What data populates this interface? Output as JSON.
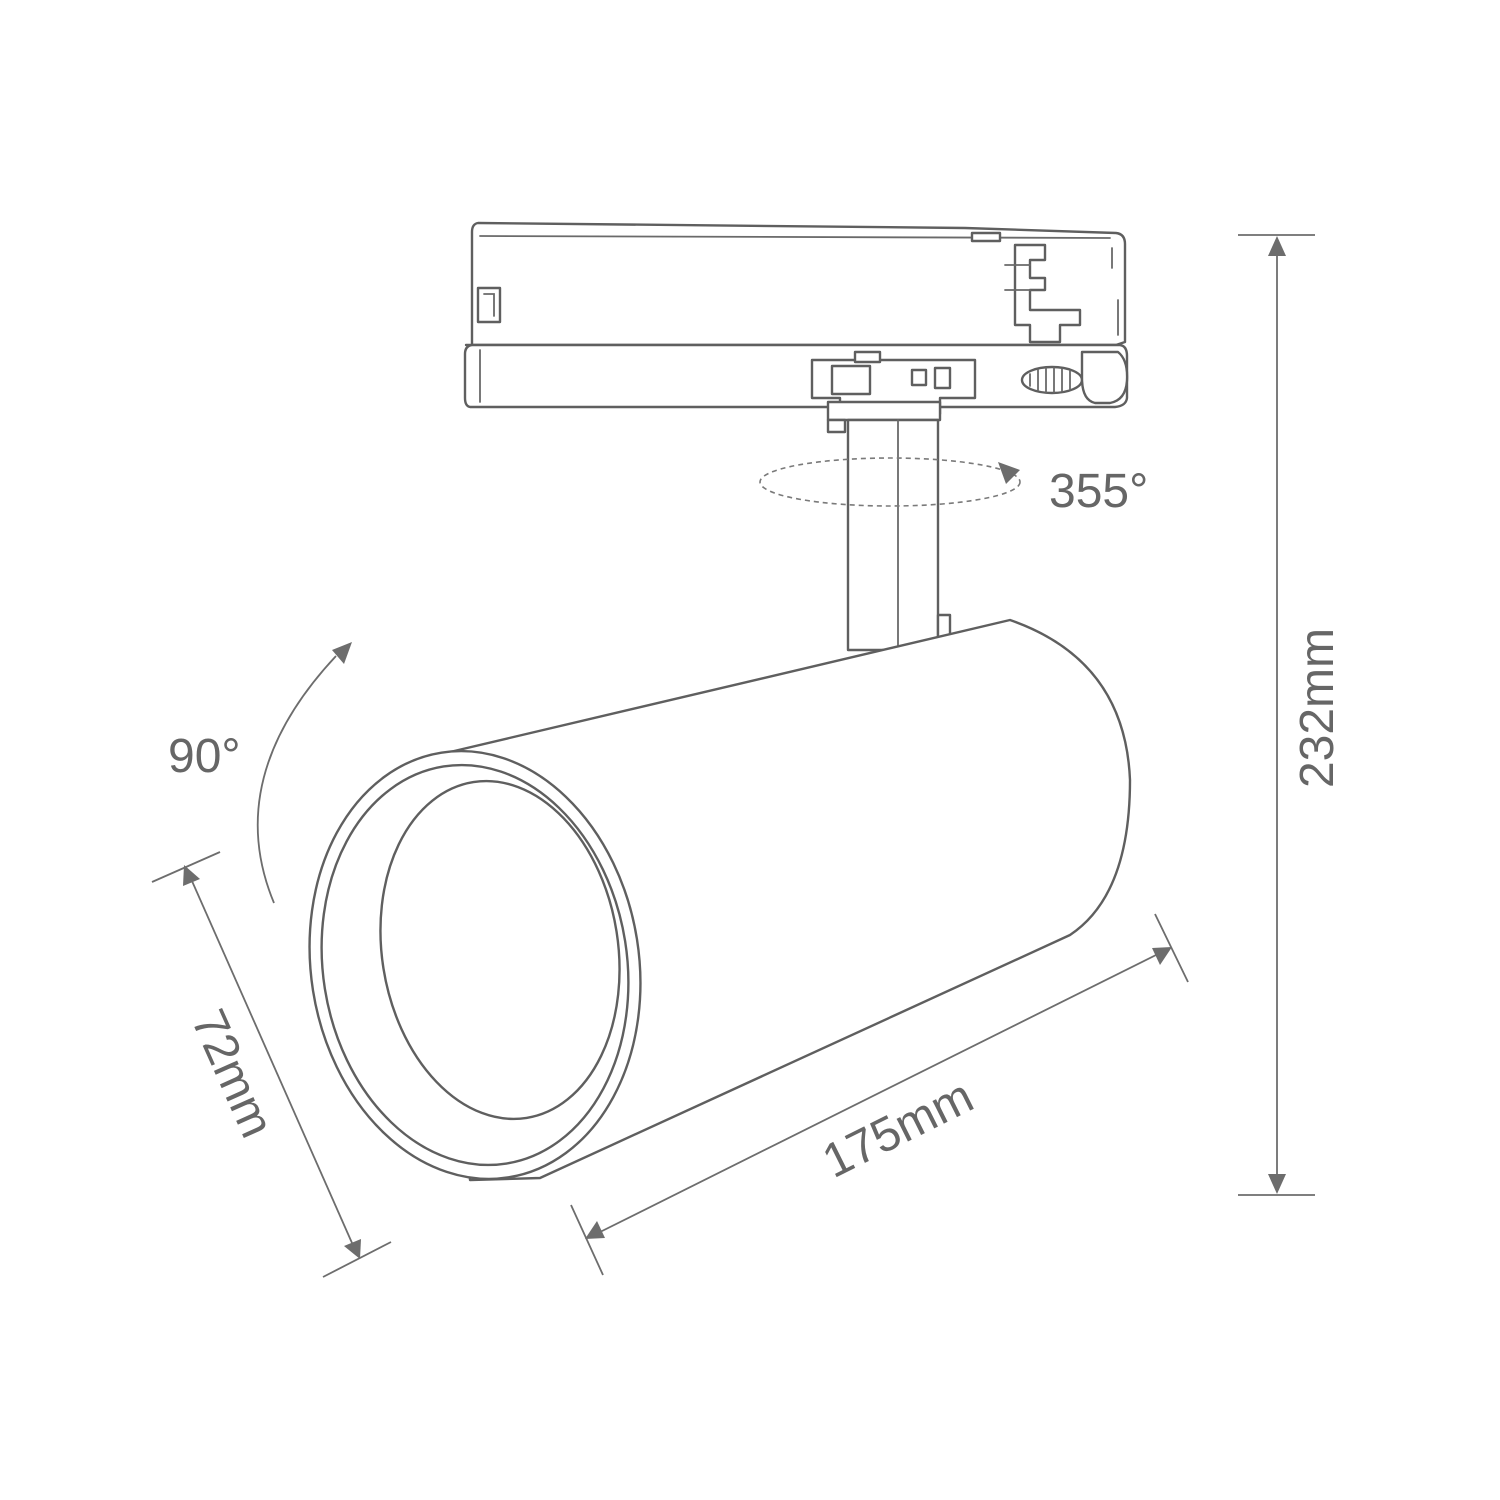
{
  "dimensions": {
    "height": "232mm",
    "length": "175mm",
    "diameter": "72mm"
  },
  "angles": {
    "rotation": "355°",
    "tilt": "90°"
  },
  "colors": {
    "line": "#5f5f5f",
    "dimension": "#6d6d6d",
    "text": "#666666",
    "background": "#ffffff"
  }
}
